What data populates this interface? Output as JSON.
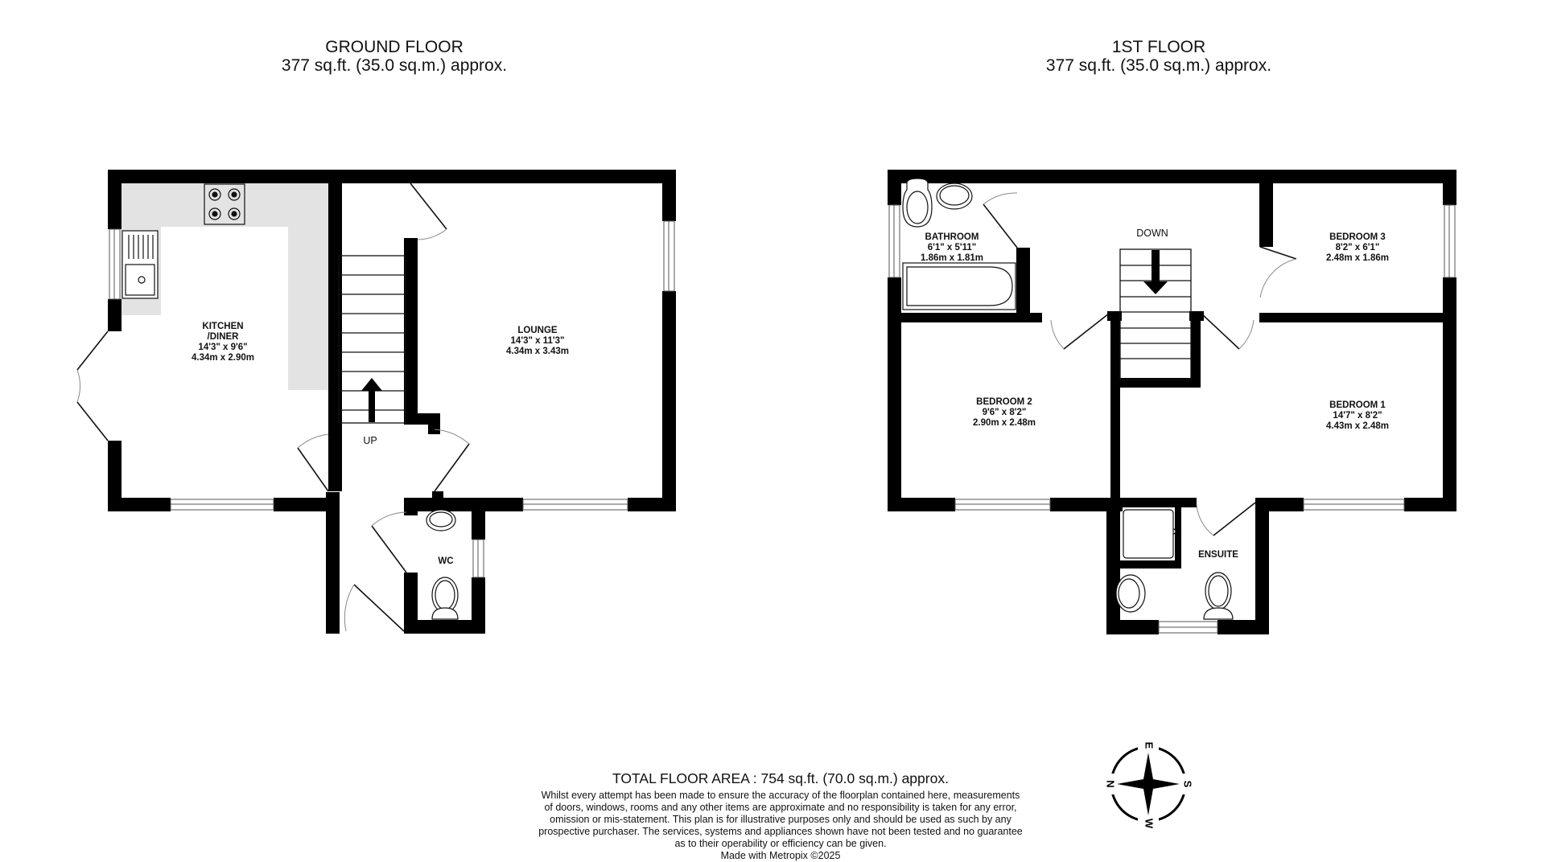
{
  "floors": {
    "ground": {
      "title": "GROUND FLOOR",
      "area": "377 sq.ft. (35.0 sq.m.) approx.",
      "rooms": {
        "kitchen": {
          "name_line1": "KITCHEN",
          "name_line2": "/DINER",
          "imperial": "14'3\"  x 9'6\"",
          "metric": "4.34m  x 2.90m"
        },
        "lounge": {
          "name": "LOUNGE",
          "imperial": "14'3\"  x 11'3\"",
          "metric": "4.34m  x 3.43m"
        },
        "wc": {
          "name": "WC"
        }
      },
      "stairs_label": "UP"
    },
    "first": {
      "title": "1ST FLOOR",
      "area": "377 sq.ft. (35.0 sq.m.) approx.",
      "rooms": {
        "bathroom": {
          "name": "BATHROOM",
          "imperial": "6'1\"  x 5'11\"",
          "metric": "1.86m  x 1.81m"
        },
        "bedroom3": {
          "name": "BEDROOM 3",
          "imperial": "8'2\"  x 6'1\"",
          "metric": "2.48m  x 1.86m"
        },
        "bedroom2": {
          "name": "BEDROOM 2",
          "imperial": "9'6\"  x 8'2\"",
          "metric": "2.90m  x 2.48m"
        },
        "bedroom1": {
          "name": "BEDROOM 1",
          "imperial": "14'7\"  x 8'2\"",
          "metric": "4.43m  x 2.48m"
        },
        "ensuite": {
          "name": "ENSUITE"
        }
      },
      "stairs_label": "DOWN"
    }
  },
  "footer": {
    "total_area": "TOTAL FLOOR AREA : 754 sq.ft. (70.0 sq.m.) approx.",
    "disclaimer_lines": [
      "Whilst every attempt has been made to ensure the accuracy of the floorplan contained here, measurements",
      "of doors, windows, rooms and any other items are approximate and no responsibility is taken for any error,",
      "omission or mis-statement. This plan is for illustrative purposes only and should be used as such by any",
      "prospective purchaser. The services, systems and appliances shown have not been tested and no guarantee",
      "as to their operability or efficiency can be given."
    ],
    "credit": "Made with Metropix ©2025"
  },
  "compass": {
    "n": "N",
    "e": "E",
    "s": "S",
    "w": "W"
  },
  "colors": {
    "wall": "#000000",
    "worktop": "#e3e3e3",
    "line": "#111111",
    "arc": "#888888"
  }
}
